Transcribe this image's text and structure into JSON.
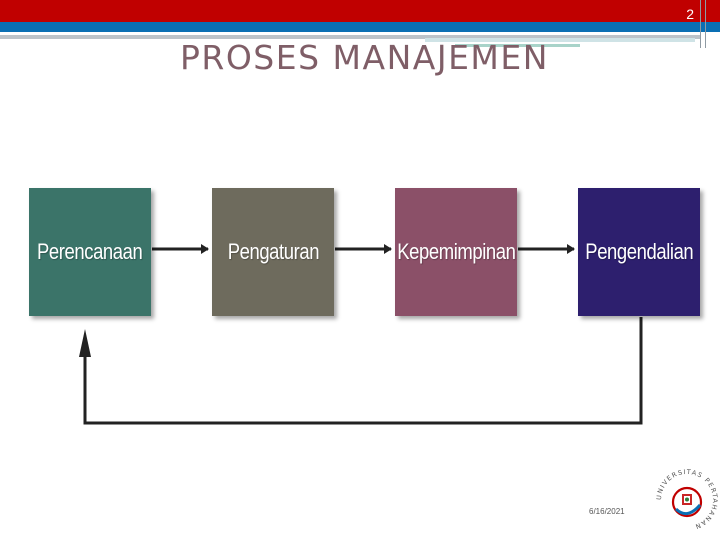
{
  "slide_number": "2",
  "title": "PROSES MANAJEMEN",
  "diagram": {
    "steps": [
      {
        "label": "Perencanaan",
        "color": "#3b7469"
      },
      {
        "label": "Pengaturan",
        "color": "#6e6b5d"
      },
      {
        "label": "Kepemimpinan",
        "color": "#8b5068"
      },
      {
        "label": "Pengendalian",
        "color": "#2d1f6e"
      }
    ]
  },
  "footer": {
    "date": "6/16/2021"
  },
  "logo": {
    "ring_text": "UNIVERSITAS PERTAHANAN"
  }
}
